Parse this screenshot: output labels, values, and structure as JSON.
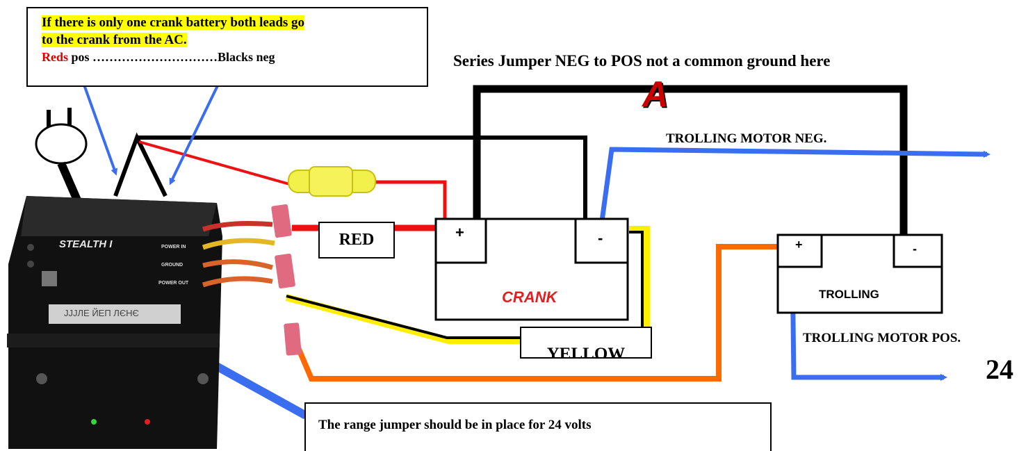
{
  "note_top": {
    "line1": "If there is only one crank battery both leads go",
    "line2": "to the crank from the AC.",
    "reds": "Reds",
    "line3_rest": " pos …………………………Blacks neg"
  },
  "series_jumper": "Series Jumper NEG to POS not a common ground here",
  "marker_a": "A",
  "trolling_neg": "TROLLING MOTOR NEG.",
  "trolling_pos": "TROLLING MOTOR POS.",
  "voltage": "24",
  "red_label": "RED",
  "yellow_label": "YELLOW",
  "note_bottom": "The range jumper should be in place for 24 volts",
  "crank_battery": {
    "label": "CRANK",
    "plus": "+",
    "minus": "-"
  },
  "trolling_battery": {
    "label": "TROLLING",
    "plus": "+",
    "minus": "-"
  },
  "charger": {
    "brand": "STEALTH I",
    "sticker": "ЈЈЈЛЕ ЙЕП ЛЄНЄ",
    "power_in": "POWER IN",
    "ground": "GROUND",
    "power_out": "POWER OUT"
  },
  "colors": {
    "red_wire": "#ee1111",
    "black_wire": "#000000",
    "yellow_wire": "#ffee00",
    "orange_wire": "#ff6a00",
    "blue_arrow": "#3a6df0",
    "highlight": "#ffff00",
    "fuse": "#f2f04a",
    "connector": "#e06a80"
  }
}
